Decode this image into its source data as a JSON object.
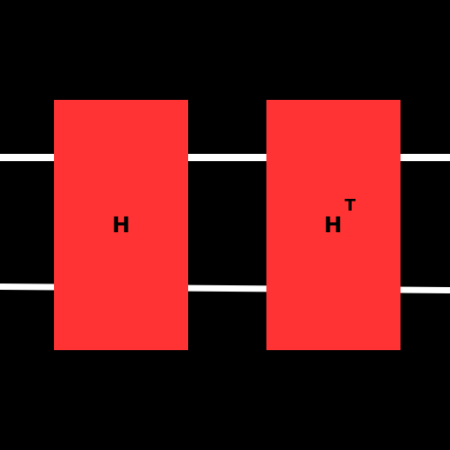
{
  "diagram": {
    "background_color": "#000000",
    "wire_color": "#ffffff",
    "gate_color": "#ff3333",
    "label_color": "#000000",
    "wires": [
      {
        "name": "wire-top"
      },
      {
        "name": "wire-bottom"
      }
    ],
    "gates": [
      {
        "name": "gate-h",
        "label": "H",
        "superscript": ""
      },
      {
        "name": "gate-h-transpose",
        "label": "H",
        "superscript": "T"
      }
    ]
  }
}
